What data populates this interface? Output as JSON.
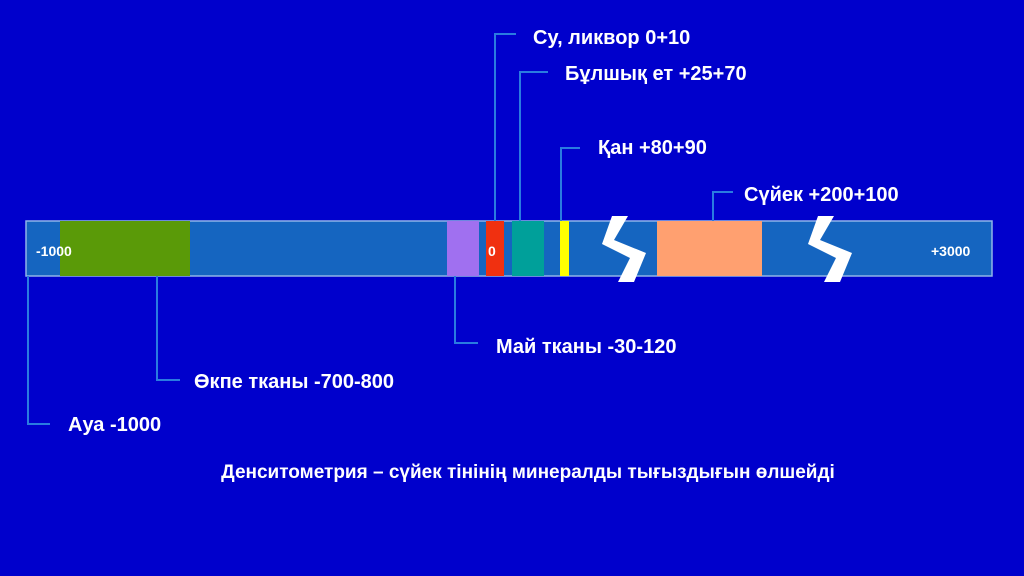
{
  "scale": {
    "min_label": "-1000",
    "zero_label": "0",
    "max_label": "+3000"
  },
  "tissues": [
    {
      "name": "air",
      "label": "Ауа -1000",
      "color": "#1565C0"
    },
    {
      "name": "lung",
      "label": "Өкпе тканы -700-800",
      "color": "#5A9A08"
    },
    {
      "name": "fat",
      "label": "Май тканы -30-120",
      "color": "#A070F0"
    },
    {
      "name": "water",
      "label": "Су, ликвор 0+10",
      "color": "#F03010"
    },
    {
      "name": "muscle",
      "label": "Бұлшық ет +25+70",
      "color": "#00A09A"
    },
    {
      "name": "blood",
      "label": "Қан +80+90",
      "color": "#FFFF00"
    },
    {
      "name": "bone",
      "label": "Сүйек +200+100",
      "color": "#FFA070"
    }
  ],
  "colors": {
    "background": "#0000CC",
    "bar": "#1565C0",
    "leader": "#2A7BE0"
  },
  "caption": "Денситометрия – сүйек тінінің минералды тығыздығын өлшейді"
}
